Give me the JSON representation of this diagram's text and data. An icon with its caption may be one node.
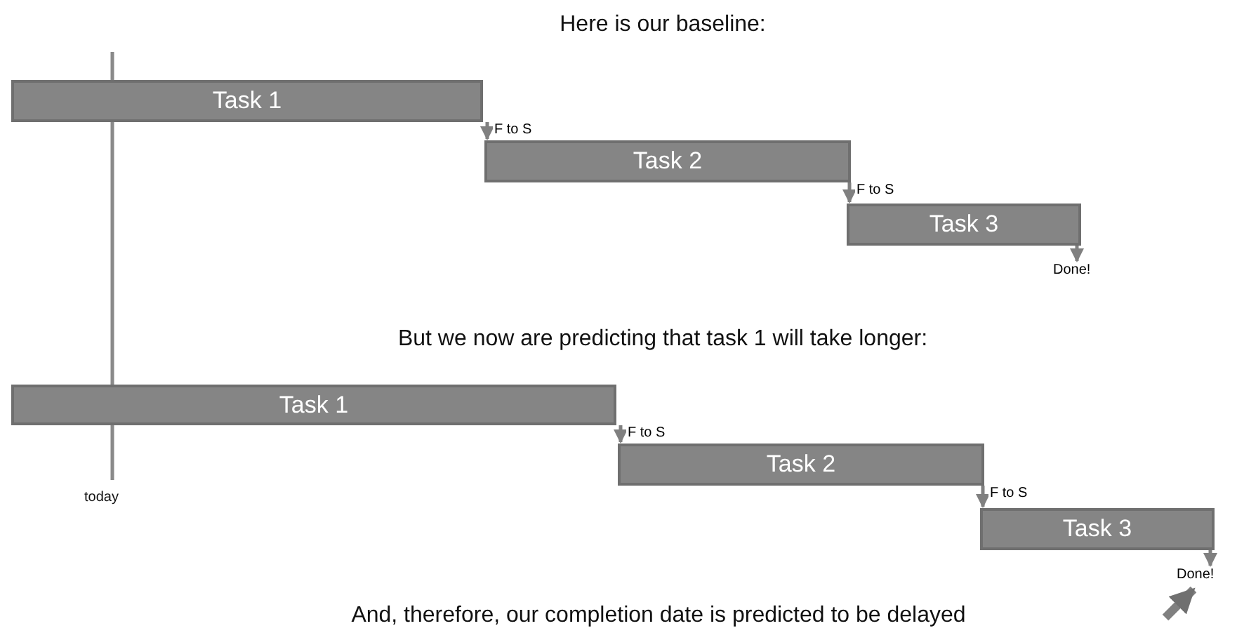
{
  "diagram": {
    "title": "Here is our baseline:",
    "nodes": [
      {
        "text": [
          "Task 1"
        ]
      },
      {
        "text": [
          "Task 2"
        ]
      },
      {
        "text": [
          "Task 3"
        ]
      },
      {
        "text": [
          "Done!"
        ]
      },
      {
        "text": [
          "Task 1"
        ]
      },
      {
        "text": [
          "Task 2"
        ]
      },
      {
        "text": [
          "Task 3"
        ]
      },
      {
        "text": [
          "Done!"
        ]
      }
    ],
    "edges": [
      {
        "from": 0,
        "to": 1,
        "arrow": "to",
        "label": "F to S"
      },
      {
        "from": 1,
        "to": 2,
        "arrow": "to",
        "label": "F to S"
      },
      {
        "from": 2,
        "to": 3,
        "arrow": "to"
      },
      {
        "from": 4,
        "to": 5,
        "arrow": "to",
        "label": "F to S"
      },
      {
        "from": 5,
        "to": 6,
        "arrow": "to",
        "label": "F to S"
      },
      {
        "from": 6,
        "to": 7,
        "arrow": "to"
      },
      {
        "from": null,
        "to": 7,
        "arrow": "to",
        "style": "thick"
      }
    ],
    "labels": [
      "But we now are predicting that task 1 will take longer:",
      "today",
      "And, therefore, our completion date is predicted to be delayed"
    ]
  }
}
